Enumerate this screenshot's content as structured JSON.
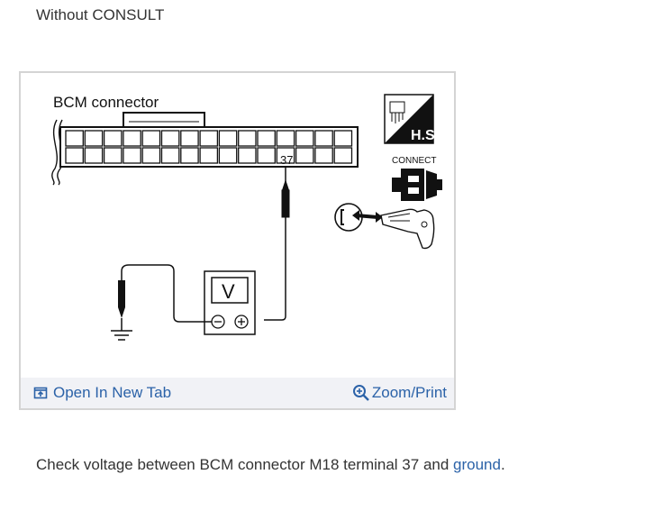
{
  "heading": "Without CONSULT",
  "figure": {
    "connector_label": "BCM connector",
    "terminal_number": "37",
    "meter_symbol": "V",
    "hs_label": "H.S.",
    "connect_label": "CONNECT",
    "open_tab_label": "Open In New Tab",
    "zoom_print_label": "Zoom/Print"
  },
  "caption": {
    "text": "Check voltage between BCM connector M18 terminal 37 and ",
    "link": "ground",
    "end": "."
  },
  "colors": {
    "link": "#2b62a8",
    "frame_border": "#d4d4d4",
    "toolbar_bg": "#f1f2f6"
  }
}
